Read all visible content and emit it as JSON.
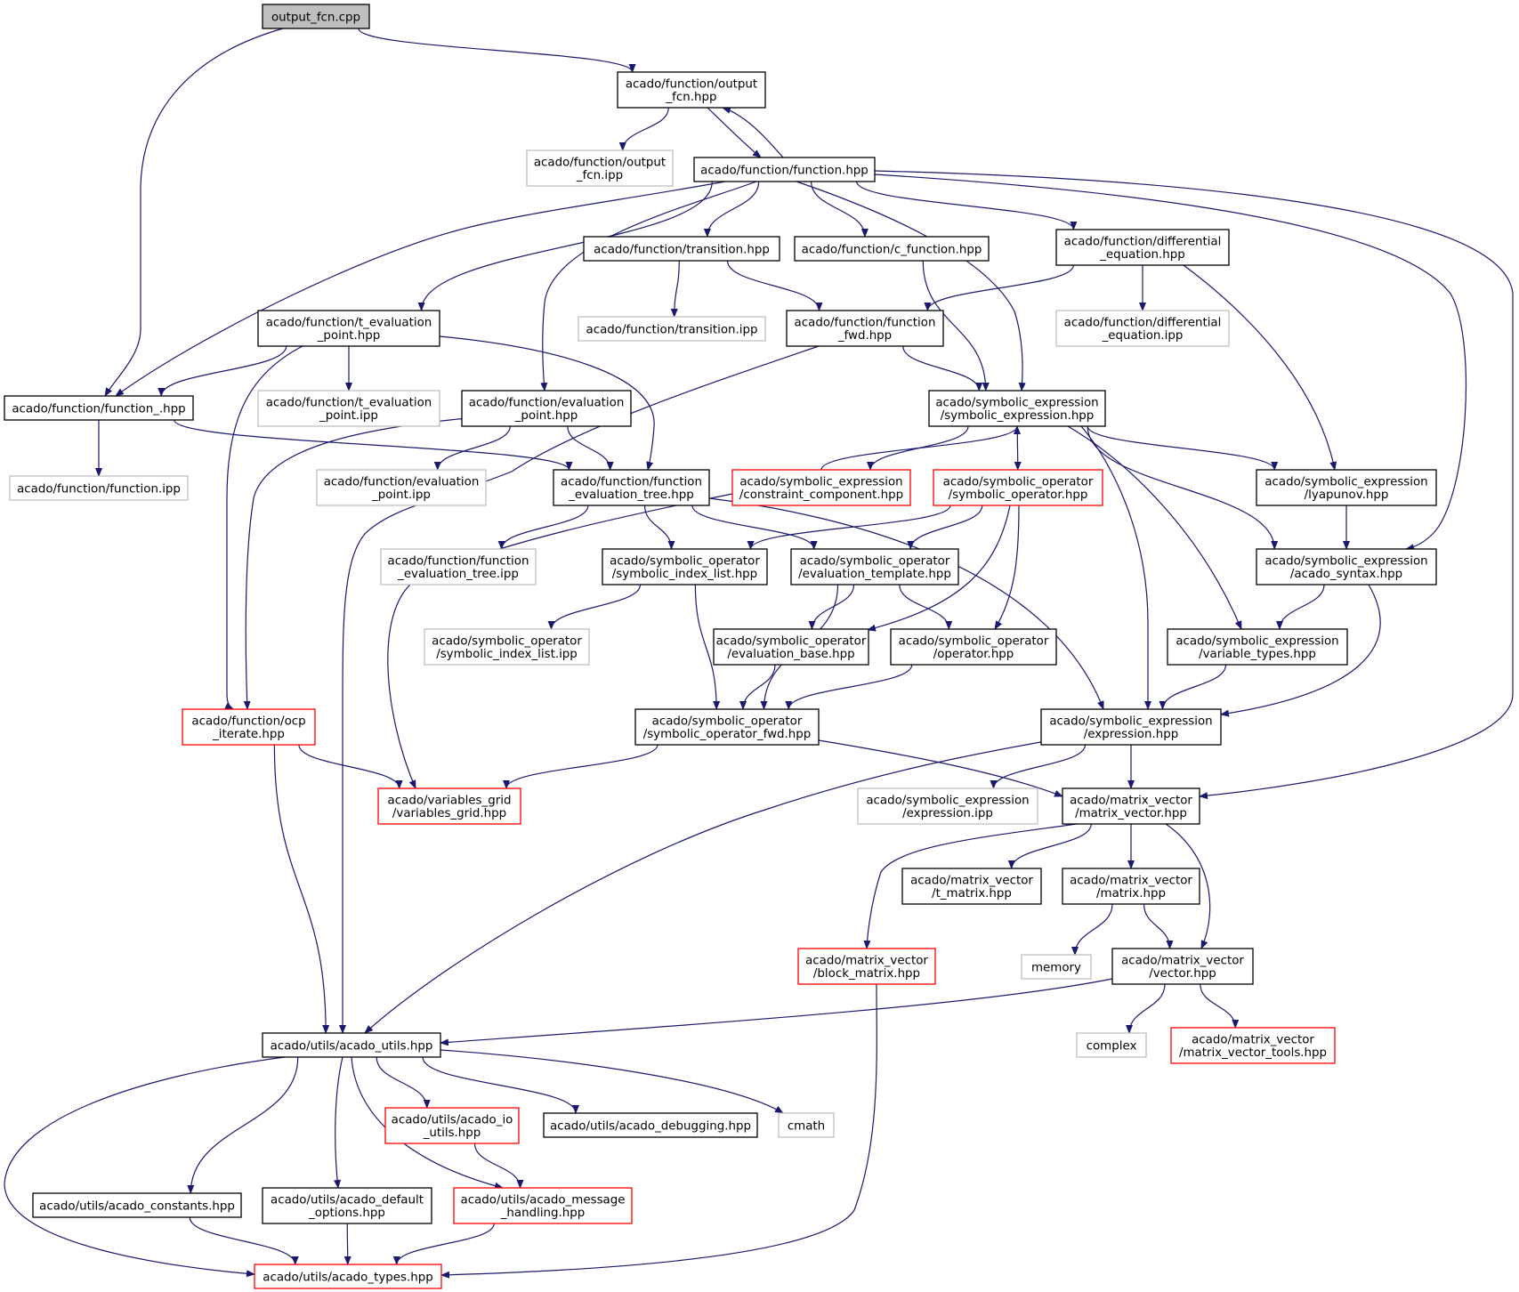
{
  "colors": {
    "edge": "#191970",
    "border_normal": "#000000",
    "border_truncated": "#ff0000",
    "border_external": "#bfbfbf",
    "fill_root": "#bfbfbf",
    "fill_default": "#ffffff"
  },
  "nodes": [
    {
      "id": "n0",
      "style": "root",
      "lines": [
        "output_fcn.cpp"
      ]
    },
    {
      "id": "n1",
      "style": "normal",
      "lines": [
        "acado/function/output",
        "_fcn.hpp"
      ]
    },
    {
      "id": "n2",
      "style": "external",
      "lines": [
        "acado/function/output",
        "_fcn.ipp"
      ]
    },
    {
      "id": "n3",
      "style": "normal",
      "lines": [
        "acado/function/function.hpp"
      ]
    },
    {
      "id": "n4",
      "style": "normal",
      "lines": [
        "acado/function/transition.hpp"
      ]
    },
    {
      "id": "n5",
      "style": "normal",
      "lines": [
        "acado/function/c_function.hpp"
      ]
    },
    {
      "id": "n6",
      "style": "normal",
      "lines": [
        "acado/function/differential",
        "_equation.hpp"
      ]
    },
    {
      "id": "n7",
      "style": "normal",
      "lines": [
        "acado/function/t_evaluation",
        "_point.hpp"
      ]
    },
    {
      "id": "n8",
      "style": "external",
      "lines": [
        "acado/function/transition.ipp"
      ]
    },
    {
      "id": "n9",
      "style": "normal",
      "lines": [
        "acado/function/function",
        "_fwd.hpp"
      ]
    },
    {
      "id": "n10",
      "style": "external",
      "lines": [
        "acado/function/differential",
        "_equation.ipp"
      ]
    },
    {
      "id": "n11",
      "style": "normal",
      "lines": [
        "acado/function/function_.hpp"
      ]
    },
    {
      "id": "n12",
      "style": "external",
      "lines": [
        "acado/function/t_evaluation",
        "_point.ipp"
      ]
    },
    {
      "id": "n13",
      "style": "normal",
      "lines": [
        "acado/function/evaluation",
        "_point.hpp"
      ]
    },
    {
      "id": "n14",
      "style": "normal",
      "lines": [
        "acado/symbolic_expression",
        "/symbolic_expression.hpp"
      ]
    },
    {
      "id": "n15",
      "style": "external",
      "lines": [
        "acado/function/function.ipp"
      ]
    },
    {
      "id": "n16",
      "style": "external",
      "lines": [
        "acado/function/evaluation",
        "_point.ipp"
      ]
    },
    {
      "id": "n17",
      "style": "normal",
      "lines": [
        "acado/function/function",
        "_evaluation_tree.hpp"
      ]
    },
    {
      "id": "n18",
      "style": "truncated",
      "lines": [
        "acado/symbolic_expression",
        "/constraint_component.hpp"
      ]
    },
    {
      "id": "n19",
      "style": "truncated",
      "lines": [
        "acado/symbolic_operator",
        "/symbolic_operator.hpp"
      ]
    },
    {
      "id": "n20",
      "style": "normal",
      "lines": [
        "acado/symbolic_expression",
        "/lyapunov.hpp"
      ]
    },
    {
      "id": "n21",
      "style": "external",
      "lines": [
        "acado/function/function",
        "_evaluation_tree.ipp"
      ]
    },
    {
      "id": "n22",
      "style": "normal",
      "lines": [
        "acado/symbolic_operator",
        "/symbolic_index_list.hpp"
      ]
    },
    {
      "id": "n23",
      "style": "normal",
      "lines": [
        "acado/symbolic_operator",
        "/evaluation_template.hpp"
      ]
    },
    {
      "id": "n24",
      "style": "normal",
      "lines": [
        "acado/symbolic_expression",
        "/acado_syntax.hpp"
      ]
    },
    {
      "id": "n25",
      "style": "external",
      "lines": [
        "acado/symbolic_operator",
        "/symbolic_index_list.ipp"
      ]
    },
    {
      "id": "n26",
      "style": "normal",
      "lines": [
        "acado/symbolic_operator",
        "/evaluation_base.hpp"
      ]
    },
    {
      "id": "n27",
      "style": "normal",
      "lines": [
        "acado/symbolic_operator",
        "/operator.hpp"
      ]
    },
    {
      "id": "n28",
      "style": "normal",
      "lines": [
        "acado/symbolic_expression",
        "/variable_types.hpp"
      ]
    },
    {
      "id": "n29",
      "style": "truncated",
      "lines": [
        "acado/function/ocp",
        "_iterate.hpp"
      ]
    },
    {
      "id": "n30",
      "style": "normal",
      "lines": [
        "acado/symbolic_operator",
        "/symbolic_operator_fwd.hpp"
      ]
    },
    {
      "id": "n31",
      "style": "normal",
      "lines": [
        "acado/symbolic_expression",
        "/expression.hpp"
      ]
    },
    {
      "id": "n32",
      "style": "truncated",
      "lines": [
        "acado/variables_grid",
        "/variables_grid.hpp"
      ]
    },
    {
      "id": "n33",
      "style": "external",
      "lines": [
        "acado/symbolic_expression",
        "/expression.ipp"
      ]
    },
    {
      "id": "n34",
      "style": "normal",
      "lines": [
        "acado/matrix_vector",
        "/matrix_vector.hpp"
      ]
    },
    {
      "id": "n35",
      "style": "normal",
      "lines": [
        "acado/matrix_vector",
        "/t_matrix.hpp"
      ]
    },
    {
      "id": "n36",
      "style": "normal",
      "lines": [
        "acado/matrix_vector",
        "/matrix.hpp"
      ]
    },
    {
      "id": "n37",
      "style": "truncated",
      "lines": [
        "acado/matrix_vector",
        "/block_matrix.hpp"
      ]
    },
    {
      "id": "n38",
      "style": "external",
      "lines": [
        "memory"
      ]
    },
    {
      "id": "n39",
      "style": "normal",
      "lines": [
        "acado/matrix_vector",
        "/vector.hpp"
      ]
    },
    {
      "id": "n40",
      "style": "normal",
      "lines": [
        "acado/utils/acado_utils.hpp"
      ]
    },
    {
      "id": "n41",
      "style": "external",
      "lines": [
        "complex"
      ]
    },
    {
      "id": "n42",
      "style": "truncated",
      "lines": [
        "acado/matrix_vector",
        "/matrix_vector_tools.hpp"
      ]
    },
    {
      "id": "n43",
      "style": "truncated",
      "lines": [
        "acado/utils/acado_io",
        "_utils.hpp"
      ]
    },
    {
      "id": "n44",
      "style": "normal",
      "lines": [
        "acado/utils/acado_debugging.hpp"
      ]
    },
    {
      "id": "n45",
      "style": "external",
      "lines": [
        "cmath"
      ]
    },
    {
      "id": "n46",
      "style": "normal",
      "lines": [
        "acado/utils/acado_constants.hpp"
      ]
    },
    {
      "id": "n47",
      "style": "normal",
      "lines": [
        "acado/utils/acado_default",
        "_options.hpp"
      ]
    },
    {
      "id": "n48",
      "style": "truncated",
      "lines": [
        "acado/utils/acado_message",
        "_handling.hpp"
      ]
    },
    {
      "id": "n49",
      "style": "truncated",
      "lines": [
        "acado/utils/acado_types.hpp"
      ]
    }
  ],
  "edges": [
    [
      "n0",
      "n1"
    ],
    [
      "n0",
      "n11"
    ],
    [
      "n1",
      "n2"
    ],
    [
      "n1",
      "n3"
    ],
    [
      "n3",
      "n1"
    ],
    [
      "n3",
      "n4"
    ],
    [
      "n3",
      "n5"
    ],
    [
      "n3",
      "n6"
    ],
    [
      "n3",
      "n7"
    ],
    [
      "n3",
      "n11"
    ],
    [
      "n3",
      "n13"
    ],
    [
      "n3",
      "n14"
    ],
    [
      "n3",
      "n24"
    ],
    [
      "n3",
      "n34"
    ],
    [
      "n4",
      "n8"
    ],
    [
      "n4",
      "n9"
    ],
    [
      "n5",
      "n14"
    ],
    [
      "n6",
      "n9"
    ],
    [
      "n6",
      "n10"
    ],
    [
      "n6",
      "n20"
    ],
    [
      "n7",
      "n11"
    ],
    [
      "n7",
      "n12"
    ],
    [
      "n7",
      "n17"
    ],
    [
      "n7",
      "n29"
    ],
    [
      "n9",
      "n14"
    ],
    [
      "n9",
      "n40"
    ],
    [
      "n11",
      "n15"
    ],
    [
      "n11",
      "n17"
    ],
    [
      "n13",
      "n16"
    ],
    [
      "n13",
      "n17"
    ],
    [
      "n13",
      "n29"
    ],
    [
      "n14",
      "n18"
    ],
    [
      "n14",
      "n19"
    ],
    [
      "n14",
      "n20"
    ],
    [
      "n14",
      "n24"
    ],
    [
      "n14",
      "n28"
    ],
    [
      "n14",
      "n31"
    ],
    [
      "n17",
      "n21"
    ],
    [
      "n17",
      "n22"
    ],
    [
      "n17",
      "n23"
    ],
    [
      "n17",
      "n31"
    ],
    [
      "n18",
      "n14"
    ],
    [
      "n18",
      "n32"
    ],
    [
      "n19",
      "n22"
    ],
    [
      "n19",
      "n23"
    ],
    [
      "n19",
      "n26"
    ],
    [
      "n19",
      "n27"
    ],
    [
      "n20",
      "n24"
    ],
    [
      "n22",
      "n25"
    ],
    [
      "n22",
      "n30"
    ],
    [
      "n23",
      "n26"
    ],
    [
      "n23",
      "n27"
    ],
    [
      "n23",
      "n30"
    ],
    [
      "n24",
      "n28"
    ],
    [
      "n24",
      "n31"
    ],
    [
      "n26",
      "n30"
    ],
    [
      "n27",
      "n30"
    ],
    [
      "n28",
      "n31"
    ],
    [
      "n29",
      "n32"
    ],
    [
      "n29",
      "n40"
    ],
    [
      "n30",
      "n32"
    ],
    [
      "n30",
      "n34"
    ],
    [
      "n31",
      "n33"
    ],
    [
      "n31",
      "n34"
    ],
    [
      "n31",
      "n40"
    ],
    [
      "n34",
      "n35"
    ],
    [
      "n34",
      "n36"
    ],
    [
      "n34",
      "n37"
    ],
    [
      "n34",
      "n39"
    ],
    [
      "n36",
      "n38"
    ],
    [
      "n36",
      "n39"
    ],
    [
      "n37",
      "n49"
    ],
    [
      "n39",
      "n40"
    ],
    [
      "n39",
      "n41"
    ],
    [
      "n39",
      "n42"
    ],
    [
      "n40",
      "n43"
    ],
    [
      "n40",
      "n44"
    ],
    [
      "n40",
      "n45"
    ],
    [
      "n40",
      "n46"
    ],
    [
      "n40",
      "n47"
    ],
    [
      "n40",
      "n48"
    ],
    [
      "n40",
      "n49"
    ],
    [
      "n43",
      "n48"
    ],
    [
      "n46",
      "n49"
    ],
    [
      "n47",
      "n49"
    ],
    [
      "n48",
      "n49"
    ]
  ]
}
